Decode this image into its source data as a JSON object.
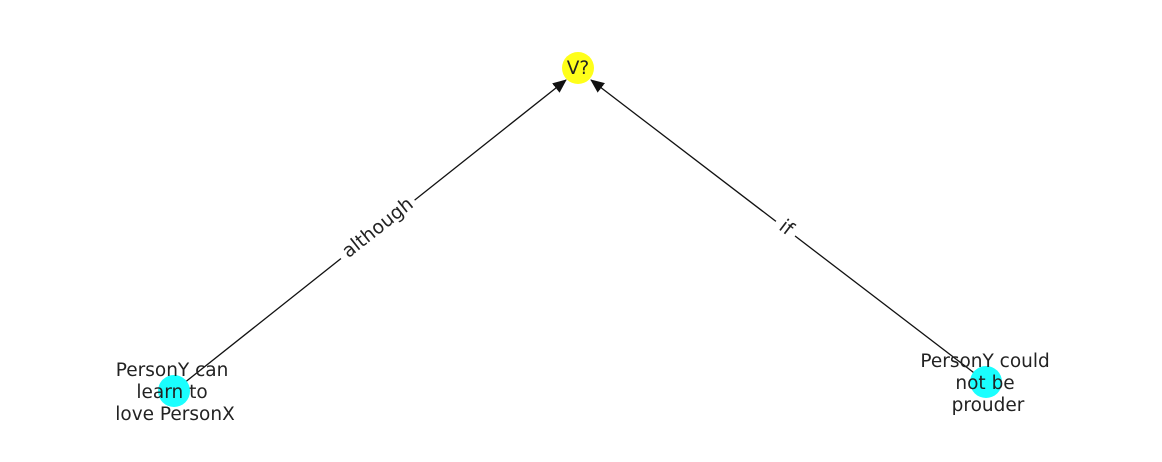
{
  "colors": {
    "root_node": "#ffff1a",
    "leaf_node": "#1affff",
    "edge": "#111111",
    "text": "#222222",
    "background": "#ffffff"
  },
  "nodes": {
    "root": {
      "label": "V?"
    },
    "left": {
      "lines": [
        "PersonY can",
        "learn to",
        "love PersonX"
      ]
    },
    "right": {
      "lines": [
        "PersonY could",
        "not be",
        "prouder"
      ]
    }
  },
  "edges": {
    "left_to_root": {
      "label": "although"
    },
    "right_to_root": {
      "label": "if"
    }
  }
}
